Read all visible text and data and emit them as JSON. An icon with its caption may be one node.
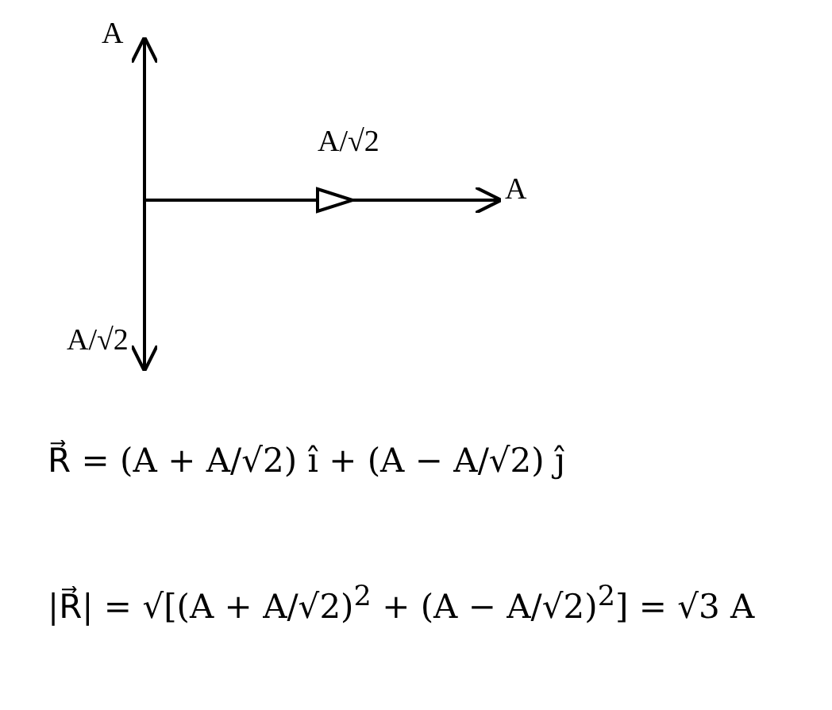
{
  "diagram": {
    "labels": [
      "A",
      "A/√2",
      "A",
      "A/√2",
      "R⃗ = (A + A/√2) î + (A − A/√2) ĵ",
      "|R⃗| = √[(A + A/√2)$^{2}$ + (A − A/√2)$^{2}$] = √3 A"
    ]
  }
}
